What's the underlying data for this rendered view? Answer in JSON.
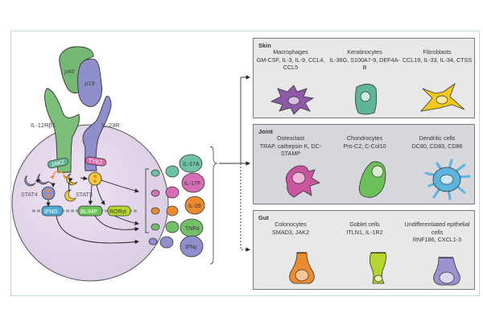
{
  "receptor": {
    "subunits": [
      "p40",
      "p19"
    ],
    "receptors": [
      "IL-12Rβ1",
      "IL-23R"
    ],
    "kinases": [
      "JAK2",
      "TYK2"
    ],
    "stats": [
      "STAT4",
      "STAT3"
    ],
    "genes": [
      "IFNG",
      "BLIMP",
      "RORγt"
    ]
  },
  "cytokines": [
    "IL-17A",
    "IL-17F",
    "IL-26",
    "TNFα",
    "IFNγ"
  ],
  "colors": {
    "cell": "#e2d6ea",
    "p40": "#74b874",
    "p19": "#8f8fcc",
    "stat3": "#f2cb3a",
    "panel_skin": "#e8e8e8",
    "panel_joint": "#d5d7dc",
    "panel_gut": "#e8e8e8",
    "frame": "#b9dccd"
  },
  "panels": [
    {
      "title": "Skin",
      "cells": [
        {
          "name": "Macrophages",
          "markers": "GM-CSF, IL-3, IL-9, CCL4, CCL5",
          "color": "#8e5aa8"
        },
        {
          "name": "Keratinocytes",
          "markers": "IL-36G, S100A7-9, DEF4A-B",
          "color": "#5fb59a"
        },
        {
          "name": "Fibroblasts",
          "markers": "CCL19, IL-33, IL-34, CTSS",
          "color": "#f2c81e"
        }
      ]
    },
    {
      "title": "Joint",
      "cells": [
        {
          "name": "Osteoclast",
          "markers": "TRAP, cathepsin K, DC-STAMP",
          "color": "#c8559e"
        },
        {
          "name": "Chondrocytes",
          "markers": "Pro-C2, C-Col10",
          "color": "#6cc05a"
        },
        {
          "name": "Dendritic cells",
          "markers": "DC80, CD83, CD86",
          "color": "#5cb4de"
        }
      ]
    },
    {
      "title": "Gut",
      "cells": [
        {
          "name": "Colonocytes",
          "markers": "SMAD3, JAK2",
          "color": "#ec8a2e"
        },
        {
          "name": "Goblet cells",
          "markers": "ITLN1, IL-1R2",
          "color": "#b5d62e"
        },
        {
          "name": "Undifferentiated epithelial cells",
          "markers": "RNF186, CXCL1-3",
          "color": "#9a93cf"
        }
      ]
    }
  ]
}
